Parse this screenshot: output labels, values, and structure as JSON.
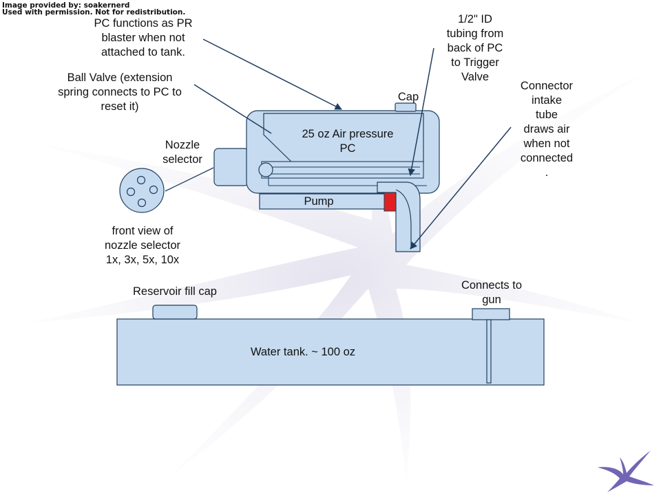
{
  "credit": {
    "line1": "Image provided by: soakernerd",
    "line2": "Used with permission. Not for redistribution."
  },
  "labels": {
    "pc_functions": "PC functions as PR\nblaster when not\nattached to tank.",
    "tubing": "1/2\" ID\ntubing from\nback of PC\nto Trigger\nValve",
    "ball_valve": "Ball Valve (extension\nspring connects to PC to\nreset it)",
    "cap": "Cap",
    "connector": "Connector\nintake\ntube\ndraws air\nwhen not\nconnected\n.",
    "pressure_chamber": "25 oz Air pressure\nPC",
    "nozzle_selector": "Nozzle\nselector",
    "pump": "Pump",
    "front_view": "front view of\nnozzle selector\n1x, 3x, 5x, 10x",
    "reservoir_fill_cap": "Reservoir fill cap",
    "connects_to_gun": "Connects to\ngun",
    "water_tank": "Water tank. ~ 100 oz"
  },
  "colors": {
    "fill": "#c6dbf0",
    "stroke": "#1f3d5e",
    "trigger_valve": "#e02020",
    "background_swoosh": "#d7d5e6",
    "corner_star": "#5a4aa8"
  }
}
